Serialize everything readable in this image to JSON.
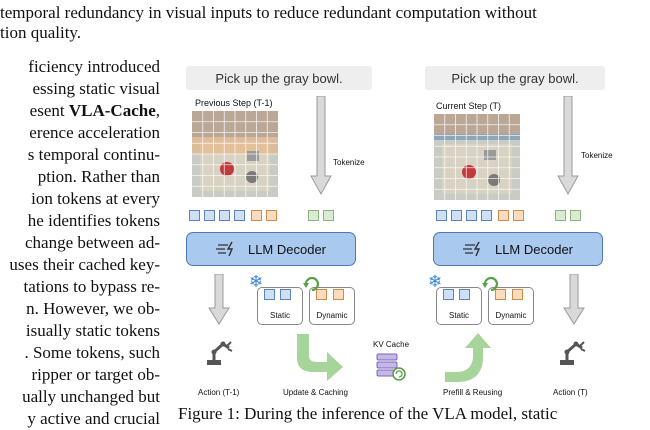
{
  "body_text": {
    "top_line1": "temporal redundancy in visual inputs to reduce redundant computation without",
    "top_line2": "tion quality.",
    "left_lines": [
      "ficiency introduced",
      "essing static visual",
      "esent VLA-Cache,",
      "erence acceleration",
      "s temporal continu-",
      "ption.  Rather than",
      "ion tokens at every",
      "he identifies tokens",
      " change between ad-",
      "uses their cached key-",
      "tations to bypass re-",
      "n. However, we ob-",
      "isually static tokens",
      ". Some tokens, such",
      "ripper or target ob-",
      "ually unchanged but",
      "y active and crucial"
    ],
    "bold_term": "VLA-Cache",
    "caption": "Figure 1: During the inference of the VLA model, static"
  },
  "figure": {
    "prompt_left": "Pick up the gray bowl.",
    "prompt_right": "Pick up the gray bowl.",
    "prev_step": "Previous Step (T-1)",
    "curr_step": "Current Step (T)",
    "tokenize_left": "Tokenize",
    "tokenize_right": "Tokenize",
    "decoder_left": "LLM Decoder",
    "decoder_right": "LLM Decoder",
    "static_left": "Static",
    "dynamic_left": "Dynamic",
    "static_right": "Static",
    "dynamic_right": "Dynamic",
    "kv_cache": "KV Cache",
    "action_left": "Action (T-1)",
    "update_caching": "Update & Caching",
    "prefill_reusing": "Prefill & Reusing",
    "action_right": "Action (T)"
  },
  "colors": {
    "static_token": "#cfe0f4",
    "dynamic_token": "#fbdcc0",
    "text_token": "#d9ecd2",
    "decoder": "#a9c9ee",
    "green_arrow": "#a7d49a",
    "snowflake": "#3a86d6"
  }
}
